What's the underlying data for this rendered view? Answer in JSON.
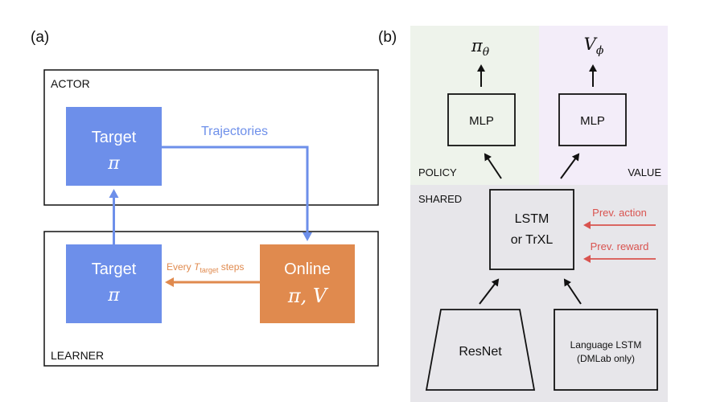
{
  "panel_a": {
    "label": "(a)",
    "actor_label": "ACTOR",
    "learner_label": "LEARNER",
    "actor_target": {
      "title": "Target",
      "symbol": "π"
    },
    "learner_target": {
      "title": "Target",
      "symbol": "π"
    },
    "online": {
      "title": "Online",
      "symbol": "π, V"
    },
    "trajectories_label": "Trajectories",
    "update": {
      "prefix": "Every ",
      "var": "T",
      "sub": "target",
      "suffix": " steps"
    }
  },
  "panel_b": {
    "label": "(b)",
    "policy_region": "POLICY",
    "value_region": "VALUE",
    "shared_region": "SHARED",
    "pi_output": {
      "base": "π",
      "sub": "θ"
    },
    "v_output": {
      "base": "V",
      "sub": "ϕ"
    },
    "mlp_policy": "MLP",
    "mlp_value": "MLP",
    "lstm_line1": "LSTM",
    "lstm_line2": "or TrXL",
    "prev_action": "Prev. action",
    "prev_reward": "Prev. reward",
    "resnet": "ResNet",
    "language_line1": "Language LSTM",
    "language_line2": "(DMLab only)"
  },
  "colors": {
    "target_blue": "#6d8fea",
    "online_orange": "#e08a4e",
    "policy_bg": "#eef3eb",
    "value_bg": "#f3edf9",
    "shared_bg": "#e7e6ea",
    "prev_red": "#d9534f"
  }
}
